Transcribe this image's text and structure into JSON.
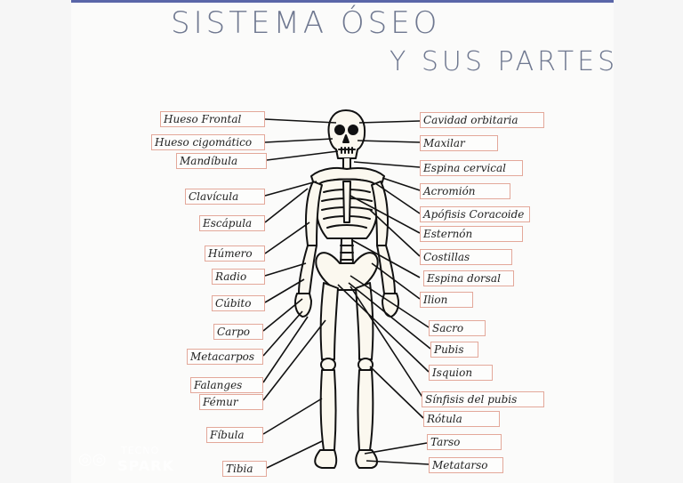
{
  "title_line1": "SISTEMA ÓSEO",
  "title_line2": "Y SUS PARTES",
  "labels": {
    "hueso_frontal": "Hueso Frontal",
    "hueso_cigomatico": "Hueso cigomático",
    "mandibula": "Mandíbula",
    "clavicula": "Clavícula",
    "escapula": "Escápula",
    "humero": "Húmero",
    "radio": "Radio",
    "cubito": "Cúbito",
    "carpo": "Carpo",
    "metacarpos": "Metacarpos",
    "falanges": "Falanges",
    "femur": "Fémur",
    "fibula": "Fíbula",
    "tibia": "Tibia",
    "cavidad_orbitaria": "Cavidad orbitaria",
    "maxilar": "Maxilar",
    "espina_cervical": "Espina cervical",
    "acromion": "Acromión",
    "apofisis_coracoide": "Apófisis Coracoide",
    "esternon": "Esternón",
    "costillas": "Costillas",
    "espina_dorsal": "Espina dorsal",
    "ilion": "Ilion",
    "sacro": "Sacro",
    "pubis": "Pubis",
    "isquion": "Isquion",
    "sinfisis_del_pubis": "Sínfisis del pubis",
    "rotula": "Rótula",
    "tarso": "Tarso",
    "metatarso": "Metatarso"
  },
  "watermark": {
    "line1": "TECNO",
    "line2": "SPARK"
  },
  "colors": {
    "title": "#6f7890",
    "label_border": "#e3a89a",
    "ink": "#111111",
    "bone_fill": "#fbf8ef"
  }
}
